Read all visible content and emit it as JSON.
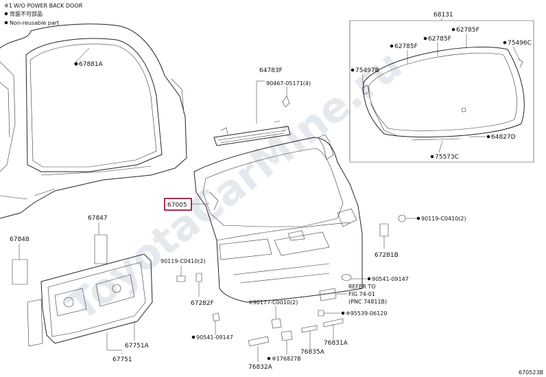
{
  "notes": {
    "note1_mark": "※1",
    "note1_text": "W/O POWER BACK DOOR",
    "note1_jp": "背面不可部品",
    "note2_text": "Non-reusable part"
  },
  "labels": {
    "p67881A": "67881A",
    "p67005": "67005",
    "p64783F": "64783F",
    "p90467": "90467-05171(4)",
    "p68131": "68131",
    "p62785F_a": "62785F",
    "p62785F_b": "62785F",
    "p62785F_c": "62785F",
    "p75496C": "75496C",
    "p75497B": "75497B",
    "p64827D": "64827D",
    "p75573C": "75573C",
    "p67847": "67847",
    "p67848": "67848",
    "p90119_a": "90119-C0410(2)",
    "p90119_b": "90119-C0410(2)",
    "p67281B": "67281B",
    "p67282F": "67282F",
    "p90541_a": "90541-09147",
    "p90541_b": "90541-09147",
    "p90177": "※90177-C0010(2)",
    "p67751A": "67751A",
    "p67751": "67751",
    "p76832A": "76832A",
    "p176827B": "※176827B",
    "p76835A": "76835A",
    "p76831A": "76831A",
    "p95539": "※95539-06120",
    "refer1": "REFER TO",
    "refer2": "FIG 74-01",
    "refer3": "(PNC 74811B)",
    "figure_id": "670523B",
    "watermark": "ToyotaCarMine.ru"
  },
  "colors": {
    "highlight_box": "#9b1a3a",
    "line": "#222222",
    "watermark": "#e4e9ee"
  }
}
